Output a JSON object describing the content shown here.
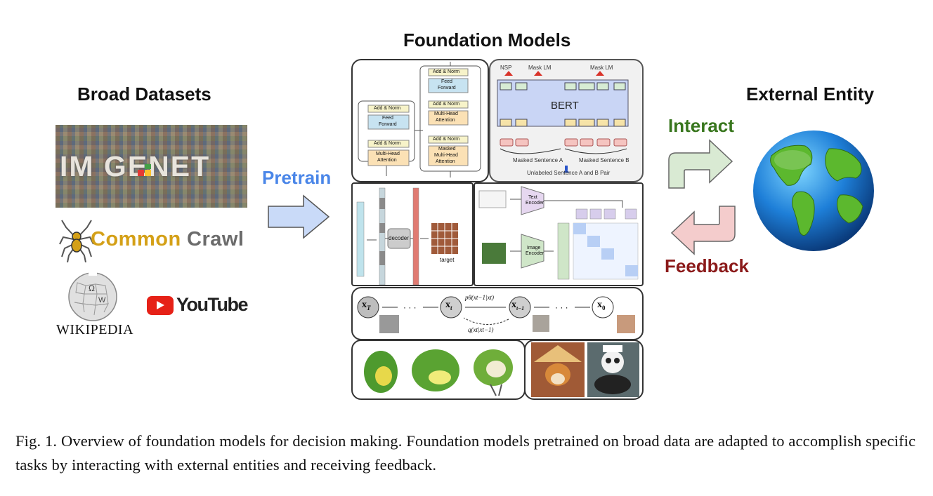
{
  "headings": {
    "foundation_models": "Foundation Models",
    "broad_datasets": "Broad Datasets",
    "external_entity": "External Entity",
    "pretrain": "Pretrain",
    "interact": "Interact",
    "feedback": "Feedback"
  },
  "datasets": {
    "imagenet": "IM GENET",
    "common": "Common",
    "crawl": "Crawl",
    "wikipedia": "WIKIPEDIA",
    "youtube": "YouTube"
  },
  "transformer": {
    "add_norm": "Add & Norm",
    "feed_forward_1": "Feed",
    "feed_forward_2": "Forward",
    "mha_1": "Multi-Head",
    "mha_2": "Attention",
    "masked": "Masked"
  },
  "bert": {
    "title": "BERT",
    "nsp": "NSP",
    "mask_lm_1": "Mask LM",
    "mask_lm_2": "Mask LM",
    "sentence_a": "Masked Sentence A",
    "sentence_b": "Masked Sentence B",
    "pair": "Unlabeled Sentence A and B Pair"
  },
  "mae": {
    "decoder": "decoder",
    "target": "target"
  },
  "clip": {
    "text_encoder_1": "Text",
    "text_encoder_2": "Encoder",
    "image_encoder_1": "Image",
    "image_encoder_2": "Encoder"
  },
  "diffusion": {
    "xT": "x",
    "xt": "x",
    "xt1": "x",
    "x0": "x",
    "forward": "pθ(xt−1|xt)",
    "reverse": "q(xt|xt−1)"
  },
  "caption": "Fig. 1.  Overview of foundation models for decision making. Foundation models pretrained on broad data are adapted to accomplish specific tasks by interacting with external entities and receiving feedback.",
  "colors": {
    "pretrain": "#4a86e8",
    "interact": "#38761d",
    "feedback": "#8b1a1a",
    "arrow_blue": "#c9daf8",
    "arrow_green": "#d9ead3",
    "arrow_red": "#f4cccc"
  }
}
